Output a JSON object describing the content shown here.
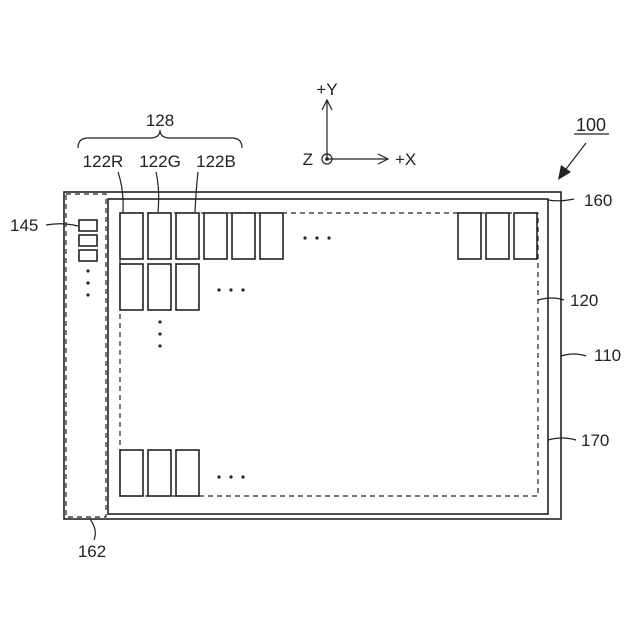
{
  "figure": {
    "ref_100": "100",
    "ref_110": "110",
    "ref_120": "120",
    "ref_122R": "122R",
    "ref_122G": "122G",
    "ref_122B": "122B",
    "ref_128": "128",
    "ref_145": "145",
    "ref_160": "160",
    "ref_162": "162",
    "ref_170": "170",
    "axis_y": "+Y",
    "axis_x": "+X",
    "axis_z": "Z",
    "ellipsis": "···"
  }
}
